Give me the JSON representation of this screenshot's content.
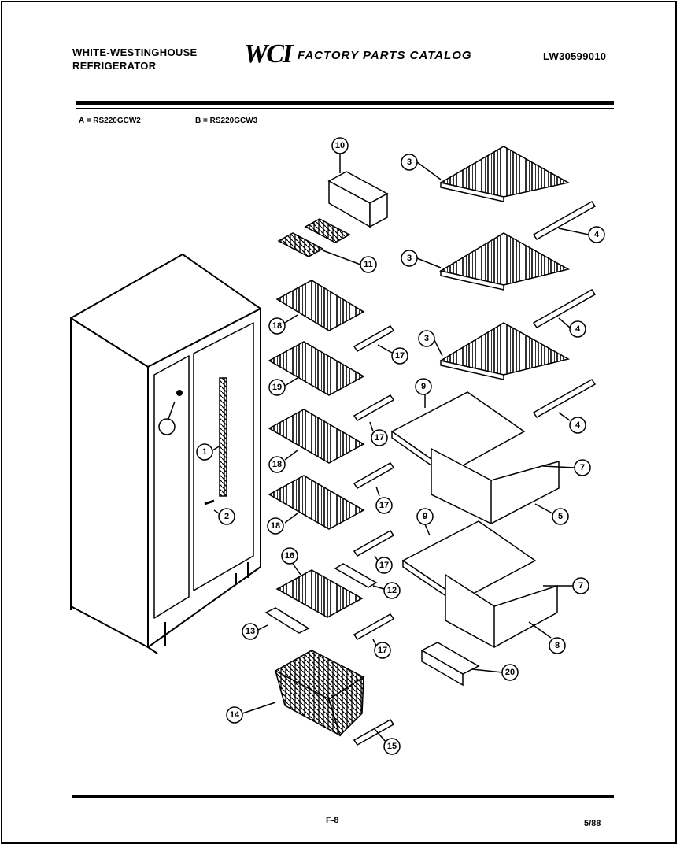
{
  "header": {
    "brand_line1": "WHITE-WESTINGHOUSE",
    "brand_line2": "REFRIGERATOR",
    "logo": "WCI",
    "catalog_title": "FACTORY PARTS CATALOG",
    "doc_number": "LW30599010"
  },
  "models": {
    "a": "A = RS220GCW2",
    "b": "B = RS220GCW3"
  },
  "callouts": [
    "10",
    "3",
    "4",
    "11",
    "3",
    "4",
    "18",
    "17",
    "19",
    "3",
    "4",
    "9",
    "17",
    "18",
    "1",
    "7",
    "5",
    "17",
    "18",
    "2",
    "9",
    "7",
    "16",
    "17",
    "12",
    "13",
    "17",
    "8",
    "20",
    "14",
    "15"
  ],
  "footer": {
    "page": "F-8",
    "date": "5/88"
  }
}
